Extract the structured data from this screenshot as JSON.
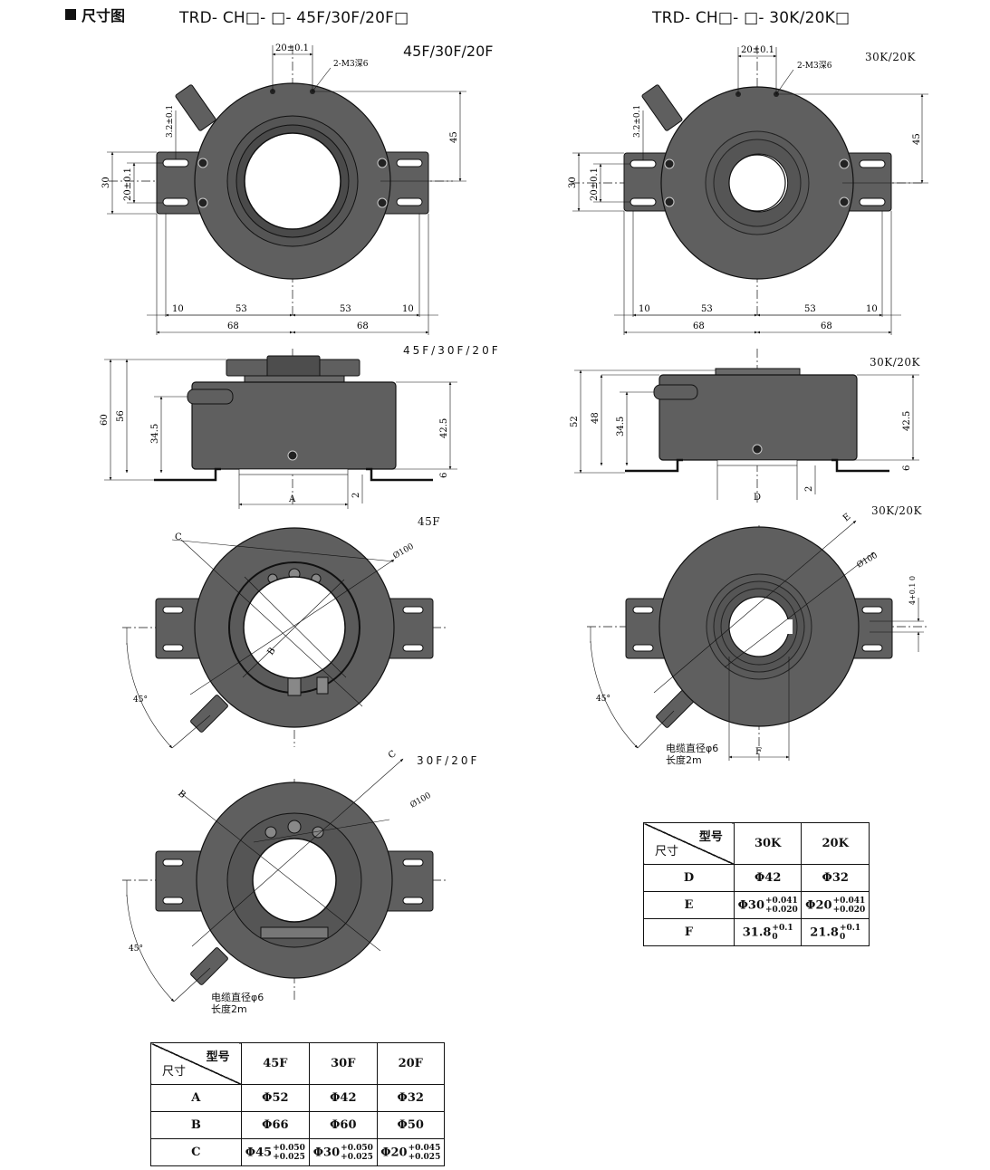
{
  "section_title": "尺寸图",
  "left_title": "TRD- CH□- □- 45F/30F/20F□",
  "right_title": "TRD- CH□- □- 30K/20K□",
  "labels": {
    "front_f": "45F/30F/20F",
    "side_f": "45F/30F/20F",
    "top_45f": "45F",
    "top_30f20f": "30F/20F",
    "front_k": "30K/20K",
    "side_k": "30K/20K",
    "top_k": "30K/20K",
    "cable_line1": "电缆直径φ6",
    "cable_line2": "长度2m"
  },
  "dims": {
    "hole_spacing": "20±0.1",
    "screw": "2-M3深6",
    "v45": "45",
    "v32": "3.2±0.1",
    "v30": "30",
    "v20": "20±0.1",
    "d10": "10",
    "d53": "53",
    "d68": "68",
    "h60": "60",
    "h56": "56",
    "h345": "34.5",
    "h425": "42.5",
    "h6": "6",
    "h2": "2",
    "h52": "52",
    "h48": "48",
    "dia100": "Ø100",
    "angle45": "45°",
    "letter_a": "A",
    "letter_b": "B",
    "letter_c": "C",
    "letter_d": "D",
    "letter_e": "E",
    "letter_f": "F",
    "k_tol": "4+0.1 0"
  },
  "table_f": {
    "header_model": "型号",
    "header_dim": "尺寸",
    "columns": [
      "45F",
      "30F",
      "20F"
    ],
    "rows": [
      {
        "name": "A",
        "cells": [
          "Φ52",
          "Φ42",
          "Φ32"
        ]
      },
      {
        "name": "B",
        "cells": [
          "Φ66",
          "Φ60",
          "Φ50"
        ]
      },
      {
        "name": "C",
        "cells": [
          {
            "base": "Φ45",
            "up": "+0.050",
            "down": "+0.025"
          },
          {
            "base": "Φ30",
            "up": "+0.050",
            "down": "+0.025"
          },
          {
            "base": "Φ20",
            "up": "+0.045",
            "down": "+0.025"
          }
        ]
      }
    ]
  },
  "table_k": {
    "header_model": "型号",
    "header_dim": "尺寸",
    "columns": [
      "30K",
      "20K"
    ],
    "rows": [
      {
        "name": "D",
        "cells": [
          "Φ42",
          "Φ32"
        ]
      },
      {
        "name": "E",
        "cells": [
          {
            "base": "Φ30",
            "up": "+0.041",
            "down": "+0.020"
          },
          {
            "base": "Φ20",
            "up": "+0.041",
            "down": "+0.020"
          }
        ]
      },
      {
        "name": "F",
        "cells": [
          {
            "base": "31.8",
            "up": "+0.1",
            "down": "0"
          },
          {
            "base": "21.8",
            "up": "+0.1",
            "down": "0"
          }
        ]
      }
    ]
  },
  "colors": {
    "body": "#5f5f5f",
    "body_dark": "#3f3f3f",
    "line": "#111111"
  }
}
